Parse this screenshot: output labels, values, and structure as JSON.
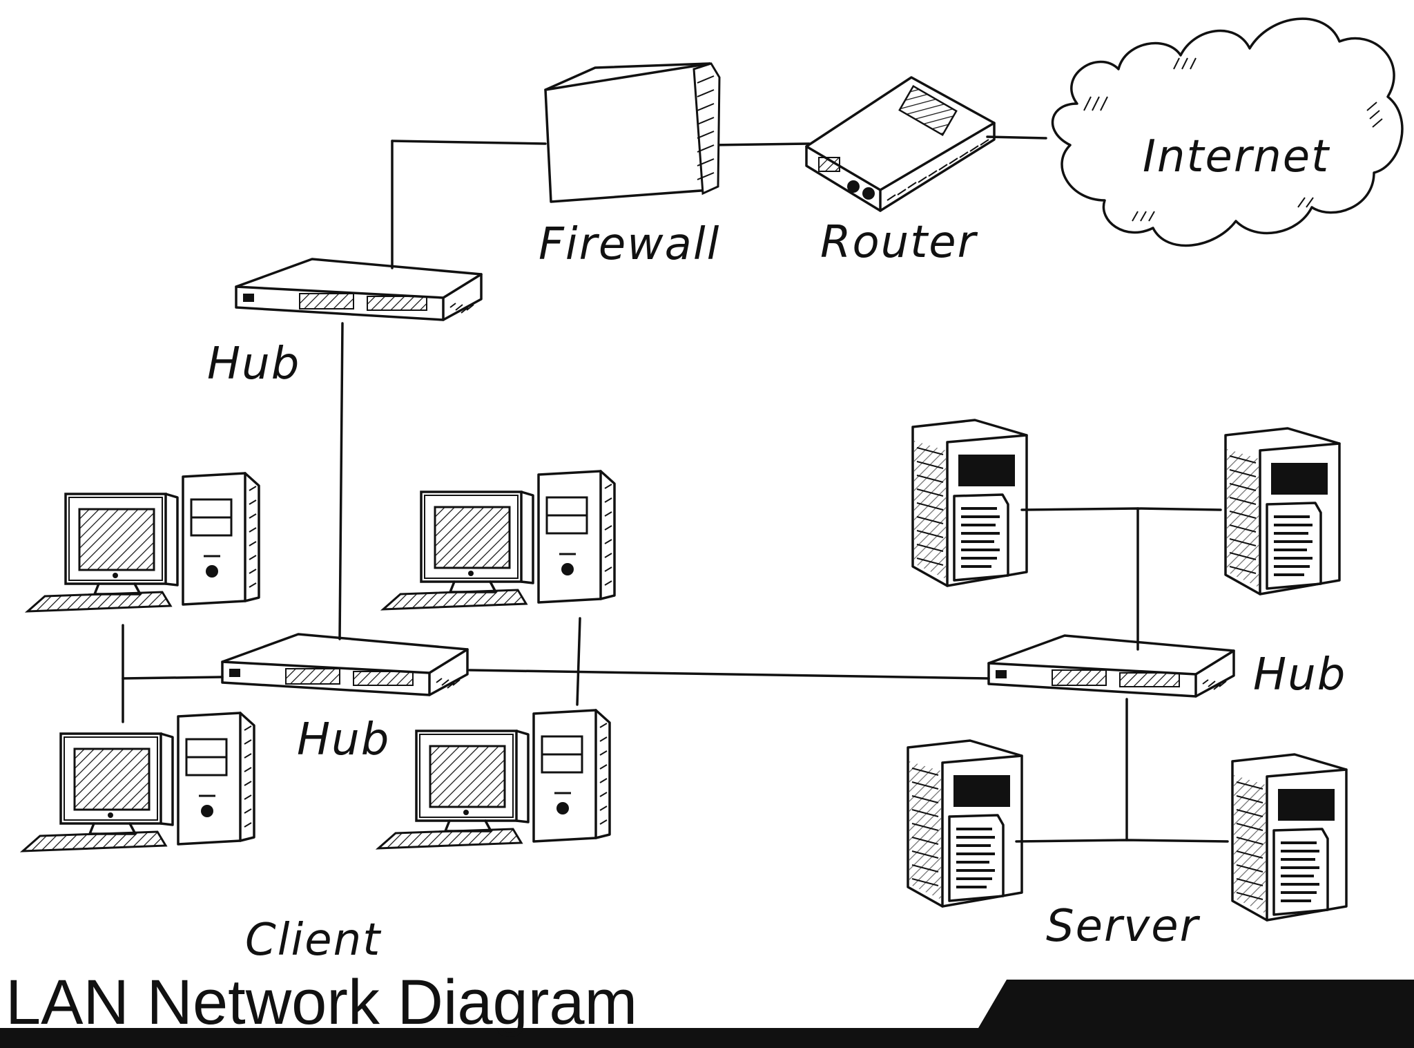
{
  "title": "LAN Network Diagram",
  "labels": {
    "firewall": "Firewall",
    "router": "Router",
    "internet": "Internet",
    "hub_top": "Hub",
    "hub_center": "Hub",
    "hub_right": "Hub",
    "client": "Client",
    "server": "Server"
  },
  "icons": [
    "firewall-icon",
    "router-icon",
    "cloud-icon",
    "hub-icon",
    "computer-icon",
    "server-icon"
  ],
  "colors": {
    "ink": "#111111",
    "background": "#ffffff"
  }
}
